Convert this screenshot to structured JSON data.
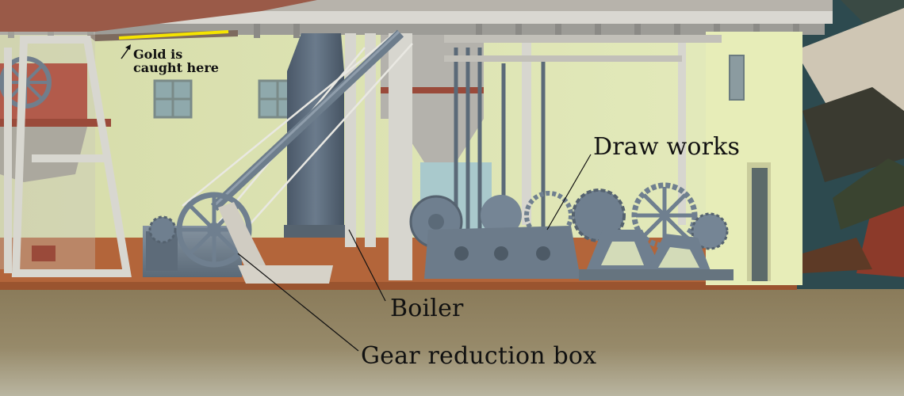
{
  "labels": {
    "gold": "Gold is\ncaught here",
    "gold_line1": "Gold is",
    "gold_line2": "caught here",
    "draw_works": "Draw works",
    "boiler": "Boiler",
    "gear_box": "Gear reduction box"
  },
  "colors": {
    "wall": "#dfe6b0",
    "floor": "#b8683a",
    "ground": "#8a7c5c",
    "machinery": "#6f7f8f",
    "gold_highlight": "#f5e400",
    "water": "#2e4a4e"
  }
}
